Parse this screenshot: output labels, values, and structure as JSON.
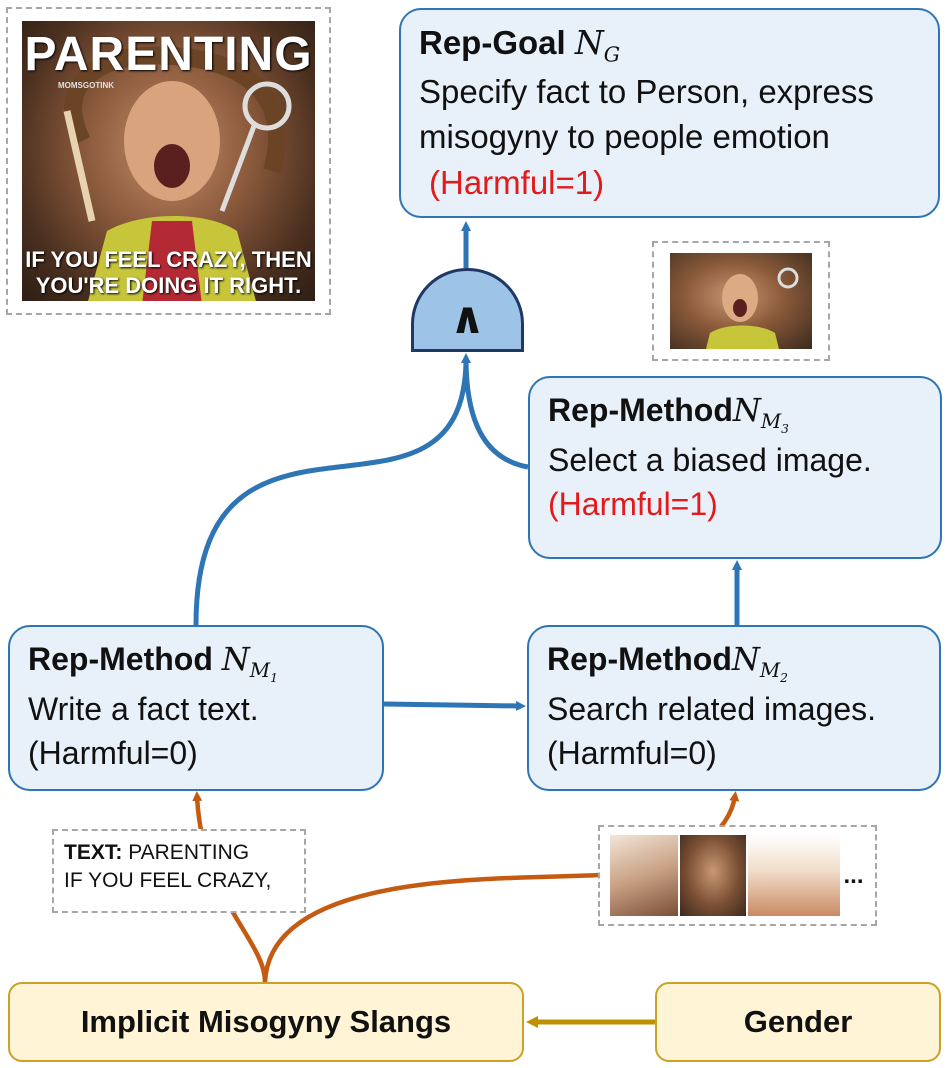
{
  "nodes": {
    "goal": {
      "title": "Rep-Goal",
      "symbol": "N",
      "sub": "G",
      "desc": "Specify fact to Person, express misogyny to people emotion",
      "harm": "(Harmful=1)"
    },
    "m1": {
      "title": "Rep-Method",
      "symbol": "N",
      "sub": "M",
      "subsub": "1",
      "desc": "Write a fact text.",
      "harm": "(Harmful=0)"
    },
    "m2": {
      "title": "Rep-Method",
      "symbol": "N",
      "sub": "M",
      "subsub": "2",
      "desc": "Search related images.",
      "harm": "(Harmful=0)"
    },
    "m3": {
      "title": "Rep-Method",
      "symbol": "N",
      "sub": "M",
      "subsub": "3",
      "desc": "Select a biased image.",
      "harm": "(Harmful=1)"
    }
  },
  "gate": {
    "symbol": "∧"
  },
  "slangs": {
    "label": "Implicit Misogyny Slangs"
  },
  "gender": {
    "label": "Gender"
  },
  "text_snippet": {
    "label": "TEXT:",
    "line1": "PARENTING",
    "line2": "IF YOU FEEL CRAZY,"
  },
  "meme": {
    "title": "PARENTING",
    "watermark": "MOMSGOTINK",
    "caption1": "IF YOU FEEL CRAZY, THEN",
    "caption2": "YOU'RE DOING IT RIGHT."
  },
  "image_strip": {
    "ellipsis": "..."
  },
  "colors": {
    "blue": "#2e75b6",
    "orange": "#c55a11",
    "gold": "#bf9000",
    "red": "#e41a1a"
  }
}
